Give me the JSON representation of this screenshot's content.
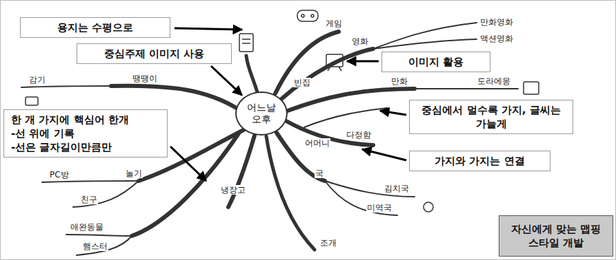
{
  "diagram": {
    "nodes": [
      {
        "text": [
          "용지는 수평으로"
        ]
      },
      {
        "text": [
          "중심주제 이미지 사용"
        ]
      },
      {
        "text": [
          "어느날 오후"
        ]
      },
      {
        "text": [
          "이미지 활용"
        ]
      },
      {
        "text": [
          "중심에서 멀수록 가지, 글씨는 가늘게"
        ]
      },
      {
        "text": [
          "한 개 가지에 핵심어 한개",
          "-선 위에 기록",
          "-선은 글자길이만큼만"
        ]
      },
      {
        "text": [
          "가지와 가지는 연결"
        ]
      },
      {
        "text": [
          "자신에게 맞는 맵핑 스타일 개발"
        ]
      }
    ],
    "edges": [
      {
        "from": 1,
        "to": 2,
        "arrow": "to"
      }
    ],
    "labels": [
      "게임",
      "영화",
      "만화영화",
      "액션영화",
      "만화",
      "도라에몽",
      "빈집",
      "어머니",
      "다정함",
      "땡땡이",
      "감기",
      "놀기",
      "PC방",
      "친구",
      "애완동물",
      "햄스터",
      "냉장고",
      "국",
      "김치국",
      "미역국",
      "조개"
    ]
  }
}
